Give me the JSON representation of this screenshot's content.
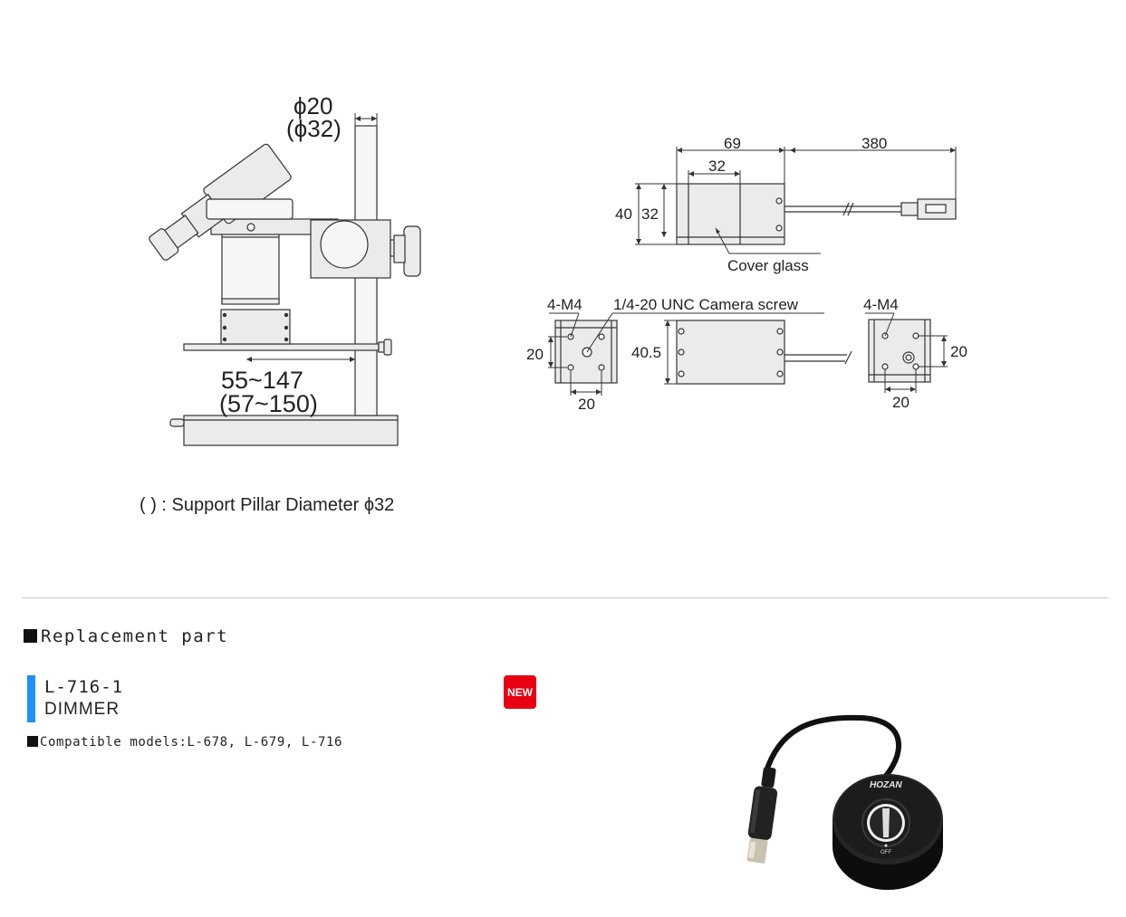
{
  "drawing": {
    "pillar_dia": "ϕ20",
    "pillar_dia_alt": "(ϕ32)",
    "distance": "55~147",
    "distance_alt": "(57~150)",
    "note": "( ) : Support Pillar Diameter ϕ32",
    "len_69": "69",
    "len_380": "380",
    "len_32_top": "32",
    "h_40": "40",
    "h_32": "32",
    "cover_glass": "Cover glass",
    "m4_left": "4-M4",
    "camera_screw": "1/4-20 UNC Camera screw",
    "m4_right": "4-M4",
    "left_20_v": "20",
    "left_20_h": "20",
    "h_40_5": "40.5",
    "right_20_v": "20",
    "right_20_h": "20"
  },
  "section": {
    "title": "Replacement part"
  },
  "product": {
    "code": "L-716-1",
    "name": "DIMMER",
    "compatible": "Compatible models:L-678, L-679, L-716",
    "badge": "NEW",
    "brand": "HOZAN",
    "knob_label": "OFF"
  }
}
